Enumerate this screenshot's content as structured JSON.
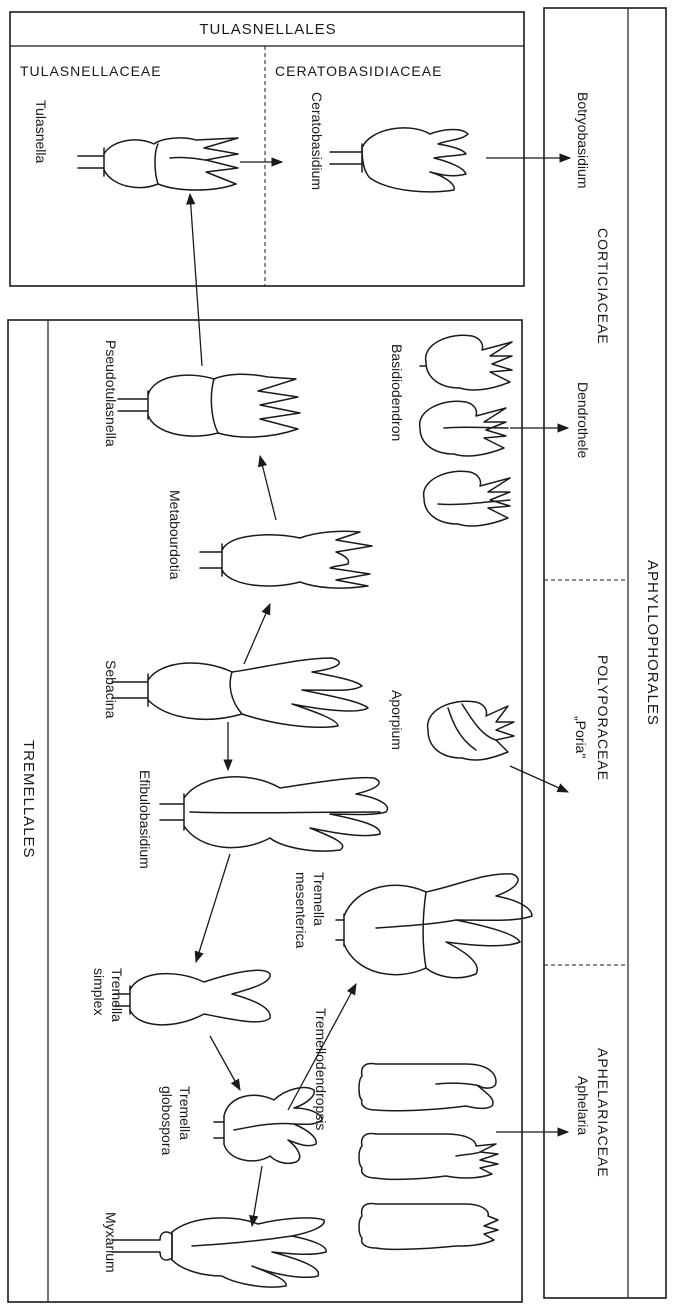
{
  "orders": {
    "tulasnellales": "TULASNELLALES",
    "tremellales": "TREMELLALES",
    "aphyllophorales": "APHYLLOPHORALES"
  },
  "families": {
    "tulasnellaceae": "TULASNELLACEAE",
    "ceratobasidiaceae": "CERATOBASIDIACEAE",
    "corticiaceae": "CORTICIACEAE",
    "polyporaceae_1": "POLYPORACEAE",
    "polyporaceae_2": "„Poria\"",
    "aphelariaceae": "APHELARIACEAE"
  },
  "genera": {
    "tulasnella": "Tulasnella",
    "ceratobasidium": "Ceratobasidium",
    "botryobasidium": "Botryobasidium",
    "dendrothele": "Dendrothele",
    "basidiodendron": "Basidiodendron",
    "pseudotulasnella": "Pseudotulasnella",
    "metabourdotia": "Metabourdotia",
    "sebacina": "Sebacina",
    "efibulobasidium": "Efibulobasidium",
    "aporpium": "Aporpium",
    "tremella_mesenterica_1": "Tremella",
    "tremella_mesenterica_2": "mesenterica",
    "tremella_simplex_1": "Tremella",
    "tremella_simplex_2": "simplex",
    "tremellodendropsis": "Tremellodendropsis",
    "tremella_globospora_1": "Tremella",
    "tremella_globospora_2": "globospora",
    "myxarium": "Myxarium",
    "aphelaria": "Aphelaria"
  }
}
